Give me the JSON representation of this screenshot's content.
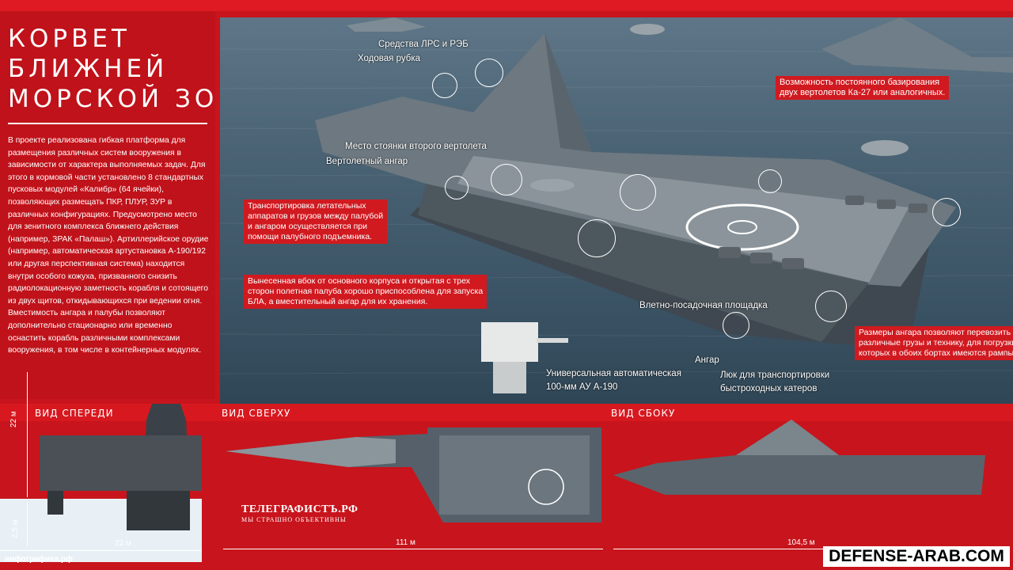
{
  "title": {
    "line1": "КОРВЕТ",
    "line2": "БЛИЖНЕЙ",
    "line3": "МОРСКОЙ ЗОНЫ"
  },
  "description": "В проекте реализована гибкая платформа для размещения различных систем вооружения в зависимости от характера выполняемых задач. Для этого в кормовой части установлено 8 стандартных пусковых модулей «Калибр» (64 ячейки), позволяющих размещать ПКР, ПЛУР, ЗУР в различных конфигурациях. Предусмотрено место для зенитного комплекса ближнего действия (например, ЗРАК «Палаш»). Артиллерийское орудие (например, автоматическая артустановка А-190/192 или другая перспективная система) находится внутри особого кожуха, призванного снизить радиолокационную заметность корабля и сотоящего из двух щитов, откидывающихся при ведении огня. Вместимость ангара и палубы позволяют дополнительно стационарно или временно оснастить корабль различными комплексами вооружения, в том числе в контейнерных модулях.",
  "callouts": {
    "ew": "Средства ЛРС и РЭБ",
    "bridge": "Ходовая рубка",
    "second_heli": "Место стоянки второго вертолета",
    "hangar_heli": "Вертолетный ангар",
    "helipad": "Влетно-посадочная площадка",
    "hangar": "Ангар",
    "gun": "Универсальная автоматическая\n100-мм АУ А-190",
    "hatch": "Люк для транспортировки\nбыстроходных катеров"
  },
  "red_notes": {
    "helicopters": "Возможность постоянного базирования\nдвух вертолетов Ка-27 или аналогичных.",
    "lift": "Транспортировка летательных\nаппаратов и грузов между палубой\nи ангаром осуществляется при\nпомощи палубного подъемника.",
    "deck": "Вынесенная вбок от основного корпуса и открытая с трех\nсторон полетная палуба хорошо приспособлена для запуска\nБЛА, а вместительный ангар для их хранения.",
    "ramps": "Размеры ангара позволяют перевозить\nразличные грузы и технику, для погрузки\nкоторых в обоих бортах имеются рампы."
  },
  "views": {
    "front": "ВИД СПЕРЕДИ",
    "top": "ВИД СВЕРХУ",
    "side": "ВИД СБОКУ"
  },
  "dimensions": {
    "height": "22 м",
    "draft": "2,5 м",
    "beam": "23 м",
    "length_top": "111 м",
    "length_side": "104,5 м"
  },
  "branding": {
    "tele1": "ТЕЛЕГРАФИСТЪ.РФ",
    "tele2": "МЫ СТРАШНО ОБЪЕКТИВНЫ",
    "site": "инфографика.рф",
    "watermark": "DEFENSE-ARAB.COM"
  }
}
